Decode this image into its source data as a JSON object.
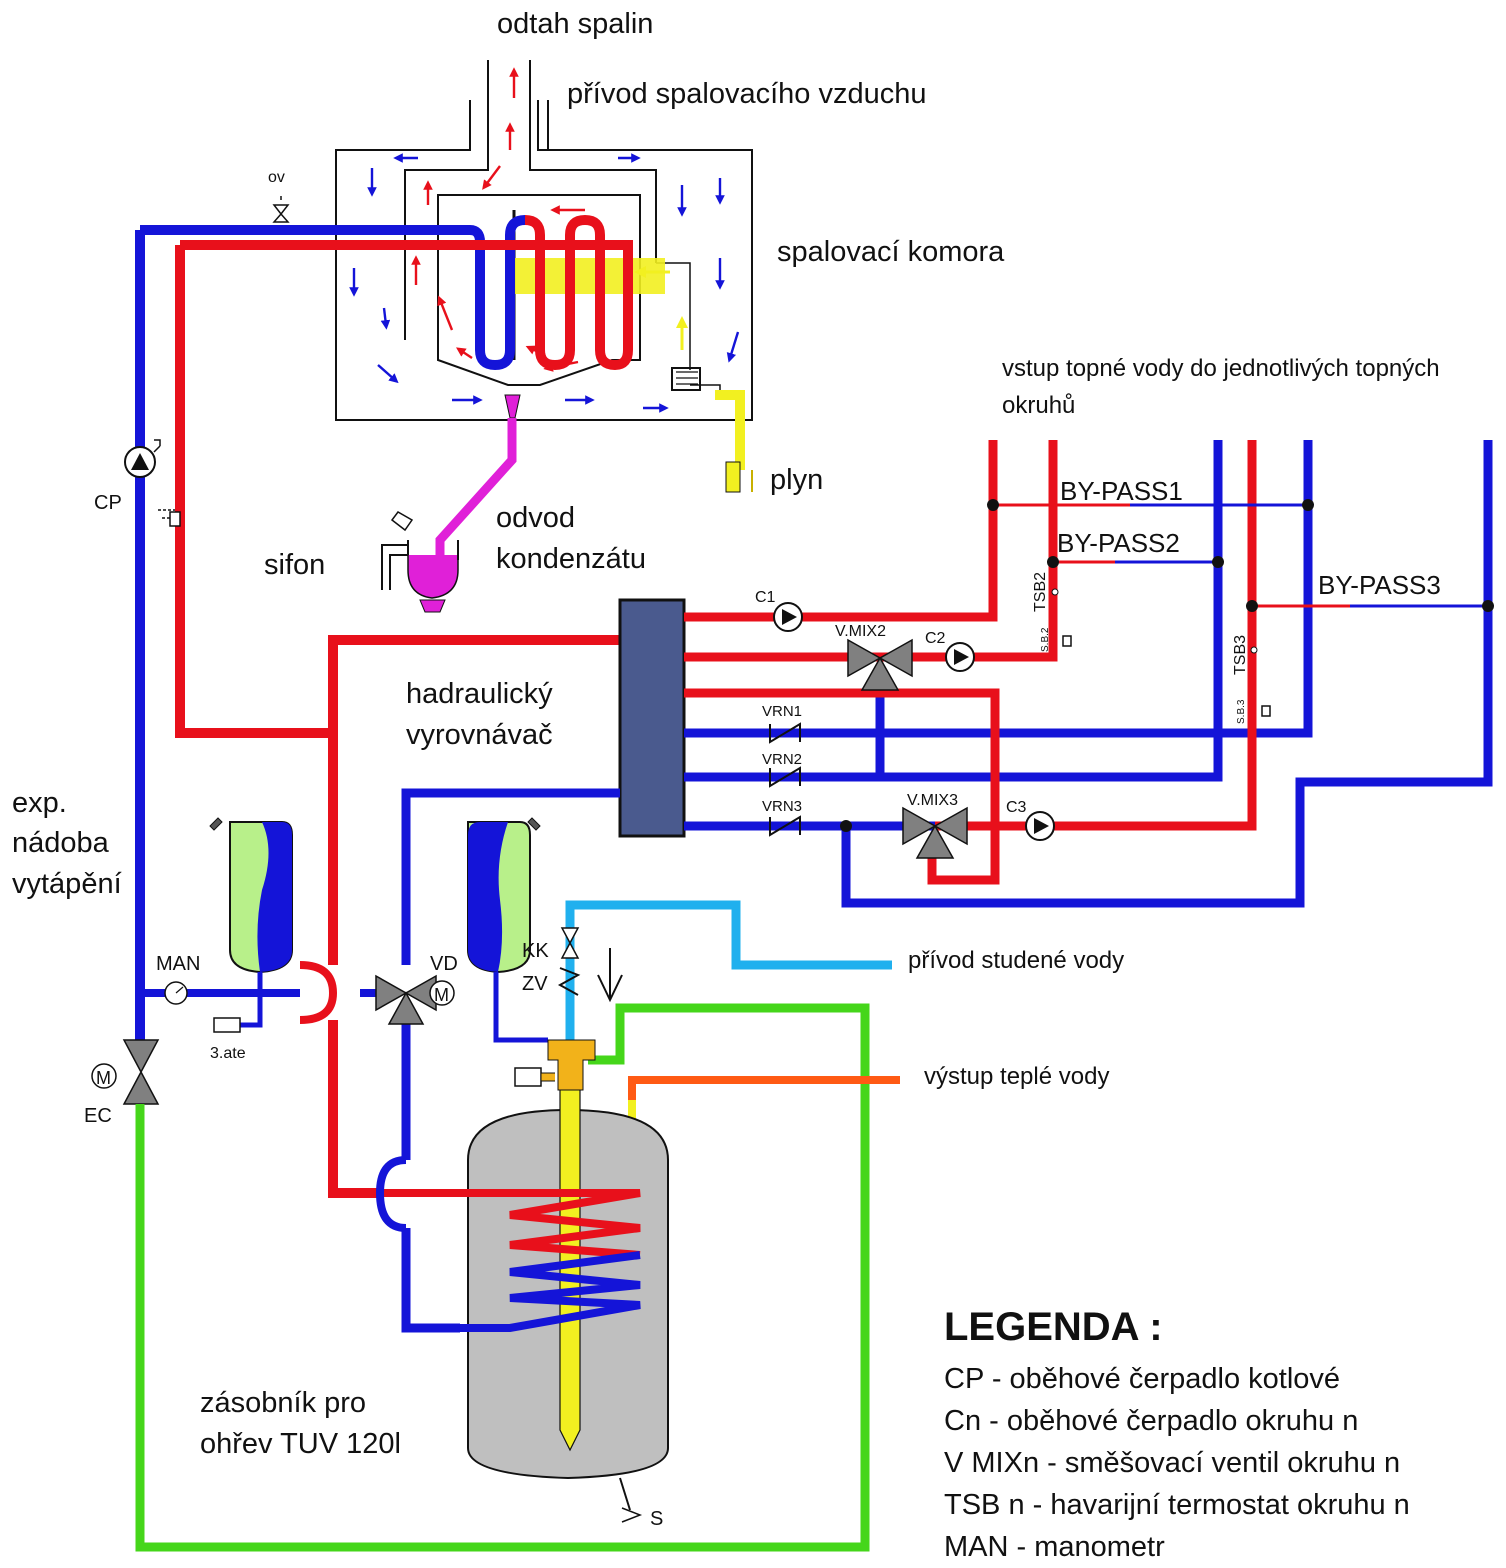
{
  "labels": {
    "flue": "odtah spalin",
    "air_intake": "přívod spalovacího vzduchu",
    "combustion_chamber": "spalovací komora",
    "heating_inlet_line1": "vstup topné vody do jednotlivých topných",
    "heating_inlet_line2": "okruhů",
    "gas": "plyn",
    "condensate_line1": "odvod",
    "condensate_line2": "kondenzátu",
    "siphon": "sifon",
    "hydraulic_line1": "hadraulický",
    "hydraulic_line2": "vyrovnávač",
    "exp_line1": "exp.",
    "exp_line2": "nádoba",
    "exp_line3": "vytápění",
    "cold_water": "přívod studené vody",
    "hot_water": "výstup teplé vody",
    "tank_line1": "zásobník pro",
    "tank_line2": "ohřev TUV 120l",
    "ov": "ov",
    "cp": "CP",
    "man": "MAN",
    "ate": "3.ate",
    "ec": "EC",
    "vd": "VD",
    "kk": "KK",
    "zv": "ZV",
    "s": "S",
    "m": "M",
    "bypass1": "BY-PASS1",
    "bypass2": "BY-PASS2",
    "bypass3": "BY-PASS3",
    "c1": "C1",
    "c2": "C2",
    "c3": "C3",
    "vmix2": "V.MIX2",
    "vmix3": "V.MIX3",
    "vrn1": "VRN1",
    "vrn2": "VRN2",
    "vrn3": "VRN3",
    "tsb2": "TSB2",
    "tsb3": "TSB3",
    "sb2": "S.B.2",
    "sb3": "S.B.3"
  },
  "legend": {
    "title": "LEGENDA :",
    "items": [
      "CP - oběhové čerpadlo kotlové",
      "Cn - oběhové čerpadlo okruhu n",
      "V MIXn - směšovací ventil okruhu n",
      "TSB n - havarijní termostat okruhu n",
      "MAN - manometr"
    ]
  },
  "colors": {
    "hot": "#e8101b",
    "cold": "#1414d8",
    "return_green": "#45d61a",
    "gas": "#f2f020",
    "condensate": "#e020d8",
    "cold_water": "#20b0ee",
    "hot_water": "#ff5a14",
    "separator": "#4a5a8e",
    "tank": "#bfbfbf",
    "expansion_green": "#b8f08a",
    "valve_orange": "#f2b21a"
  }
}
